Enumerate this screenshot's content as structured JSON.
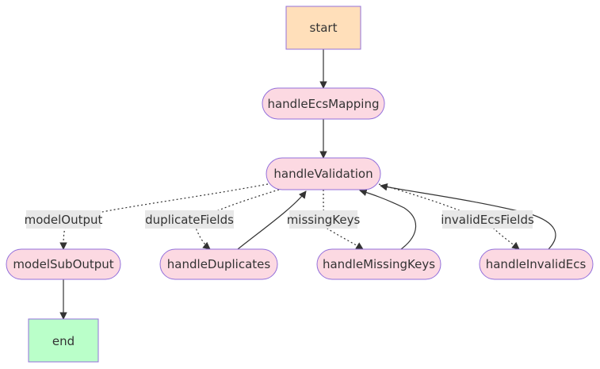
{
  "colors": {
    "start_fill": "#ffdfba",
    "start_stroke": "#9370db",
    "end_fill": "#baffc9",
    "end_stroke": "#9370db",
    "node_fill": "#fcd9e2",
    "node_stroke": "#9370db",
    "label_bg": "#e8e8e8",
    "edge": "#333333"
  },
  "nodes": {
    "start": "start",
    "handleEcsMapping": "handleEcsMapping",
    "handleValidation": "handleValidation",
    "modelSubOutput": "modelSubOutput",
    "handleDuplicates": "handleDuplicates",
    "handleMissingKeys": "handleMissingKeys",
    "handleInvalidEcs": "handleInvalidEcs",
    "end": "end"
  },
  "edge_labels": {
    "modelOutput": "modelOutput",
    "duplicateFields": "duplicateFields",
    "missingKeys": "missingKeys",
    "invalidEcsFields": "invalidEcsFields"
  }
}
